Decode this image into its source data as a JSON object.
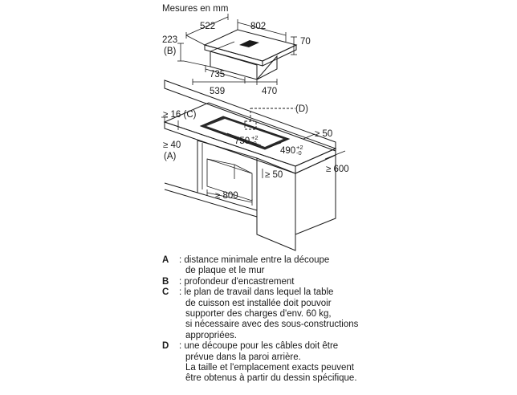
{
  "title": "Mesures en mm",
  "hob": {
    "dim_522": "522",
    "dim_802": "802",
    "dim_223": "223",
    "ref_b": "(B)",
    "dim_70": "70",
    "dim_735": "735",
    "dim_539": "539",
    "dim_470": "470"
  },
  "worktop": {
    "ref_d": "(D)",
    "dim_16c": "≥ 16 (C)",
    "dim_750": "750",
    "tol_750_plus": "+2",
    "tol_750_minus": "-0",
    "dim_50_right": "≥ 50",
    "dim_490": "490",
    "tol_490_plus": "+2",
    "tol_490_minus": "-0",
    "dim_40": "≥ 40",
    "ref_a": "(A)",
    "dim_50_front": "≥ 50",
    "dim_600": "≥ 600",
    "dim_800": "≥ 800"
  },
  "legend": [
    {
      "key": "A",
      "lines": [
        ": distance minimale entre la découpe",
        "de plaque et le mur"
      ]
    },
    {
      "key": "B",
      "lines": [
        ": profondeur d'encastrement"
      ]
    },
    {
      "key": "C",
      "lines": [
        ": le plan de travail dans lequel la table",
        "de cuisson est installée doit pouvoir",
        "supporter des charges d'env. 60 kg,",
        "si nécessaire avec des sous-constructions",
        "appropriées."
      ]
    },
    {
      "key": "D",
      "lines": [
        ": une découpe pour les câbles doit être",
        "prévue dans la paroi arrière.",
        "La taille et l'emplacement exacts peuvent",
        "être obtenus à partir du dessin spécifique."
      ]
    }
  ]
}
